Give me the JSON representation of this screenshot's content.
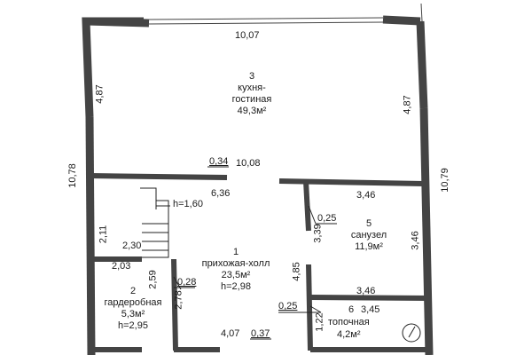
{
  "colors": {
    "wall": "#444444",
    "line": "#222222",
    "text": "#1a1a1a",
    "paper": "#ffffff"
  },
  "rooms": {
    "kitchen": {
      "number": "3",
      "name_line1": "кухня-",
      "name_line2": "гостиная",
      "area": "49,3м²"
    },
    "hall": {
      "number": "1",
      "name": "прихожая-холл",
      "area": "23,5м²",
      "height": "h=2,98"
    },
    "bath": {
      "number": "5",
      "name": "санузел",
      "area": "11,9м²"
    },
    "wardrobe": {
      "number": "2",
      "name": "гардеробная",
      "area": "5,3м²",
      "height": "h=2,95"
    },
    "boiler": {
      "number": "6",
      "name": "топочная",
      "area": "4,2м²"
    }
  },
  "stair": {
    "height": "h=1,60"
  },
  "dims": {
    "top_width": "10,07",
    "left_upper": "4,87",
    "right_upper": "4,87",
    "left_total": "10,78",
    "right_total": "10,79",
    "wall_034": "0,34",
    "wall_1008": "10,08",
    "wall_636": "6,36",
    "bath_width": "3,46",
    "bath_door": "0,25",
    "bath_height": "3,39",
    "bath_right": "3,46",
    "left_211": "2,11",
    "stair_230": "2,30",
    "wardrobe_width": "2,03",
    "wardrobe_259": "2,59",
    "door_028": "0,28",
    "wardrobe_278": "2,78",
    "hall_485": "4,85",
    "boiler_width": "3,46",
    "boiler_door": "0,25",
    "boiler_345": "3,45",
    "boiler_122": "1,22",
    "bottom_407": "4,07",
    "bottom_037": "0,37"
  }
}
